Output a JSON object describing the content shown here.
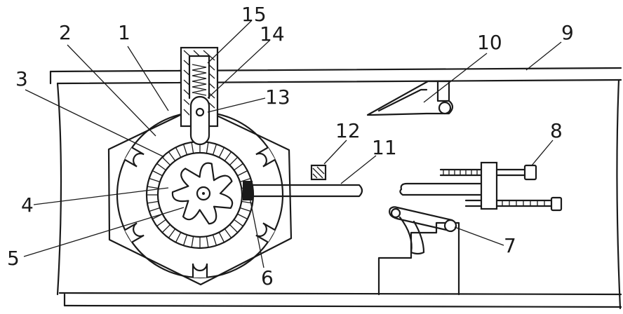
{
  "diagram": {
    "callouts": [
      {
        "id": "1",
        "label": "1"
      },
      {
        "id": "2",
        "label": "2"
      },
      {
        "id": "3",
        "label": "3"
      },
      {
        "id": "4",
        "label": "4"
      },
      {
        "id": "5",
        "label": "5"
      },
      {
        "id": "6",
        "label": "6"
      },
      {
        "id": "7",
        "label": "7"
      },
      {
        "id": "8",
        "label": "8"
      },
      {
        "id": "9",
        "label": "9"
      },
      {
        "id": "10",
        "label": "10"
      },
      {
        "id": "11",
        "label": "11"
      },
      {
        "id": "12",
        "label": "12"
      },
      {
        "id": "13",
        "label": "13"
      },
      {
        "id": "14",
        "label": "14"
      },
      {
        "id": "15",
        "label": "15"
      }
    ],
    "ring_segments": 40,
    "cam_lobes": 7,
    "outer_notches": 6
  },
  "colors": {
    "ink": "#1a1a1a",
    "paper": "#ffffff"
  }
}
